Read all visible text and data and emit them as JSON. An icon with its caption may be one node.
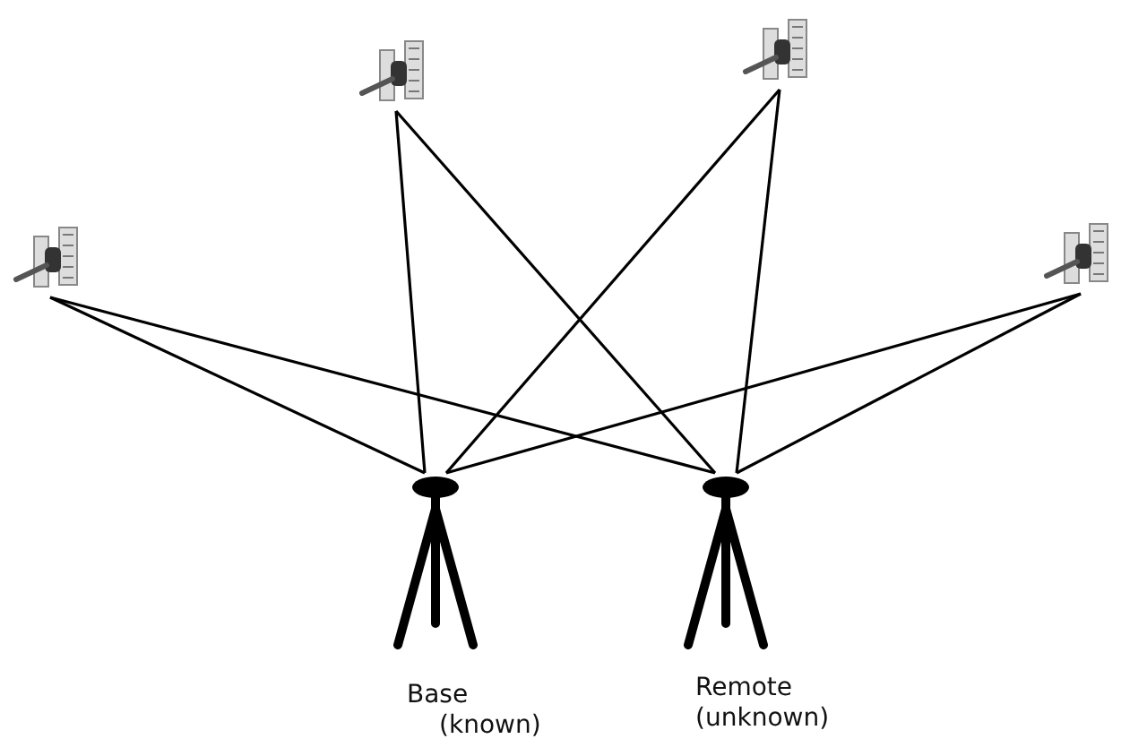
{
  "diagram": {
    "nodes": [
      {
        "text": [],
        "shape": "picture"
      },
      {
        "text": [],
        "shape": "picture"
      },
      {
        "text": [],
        "shape": "picture"
      },
      {
        "text": [],
        "shape": "picture"
      },
      {
        "text": [
          "Base",
          "(known)"
        ]
      },
      {
        "text": [
          "Remote",
          "(unknown)"
        ]
      }
    ],
    "edges": [
      {
        "from": 0,
        "to": 4,
        "arrow": "none"
      },
      {
        "from": 0,
        "to": 5,
        "arrow": "none"
      },
      {
        "from": 1,
        "to": 4,
        "arrow": "none"
      },
      {
        "from": 1,
        "to": 5,
        "arrow": "none"
      },
      {
        "from": 2,
        "to": 4,
        "arrow": "none"
      },
      {
        "from": 2,
        "to": 5,
        "arrow": "none"
      },
      {
        "from": 3,
        "to": 4,
        "arrow": "none"
      },
      {
        "from": 3,
        "to": 5,
        "arrow": "none"
      }
    ]
  }
}
